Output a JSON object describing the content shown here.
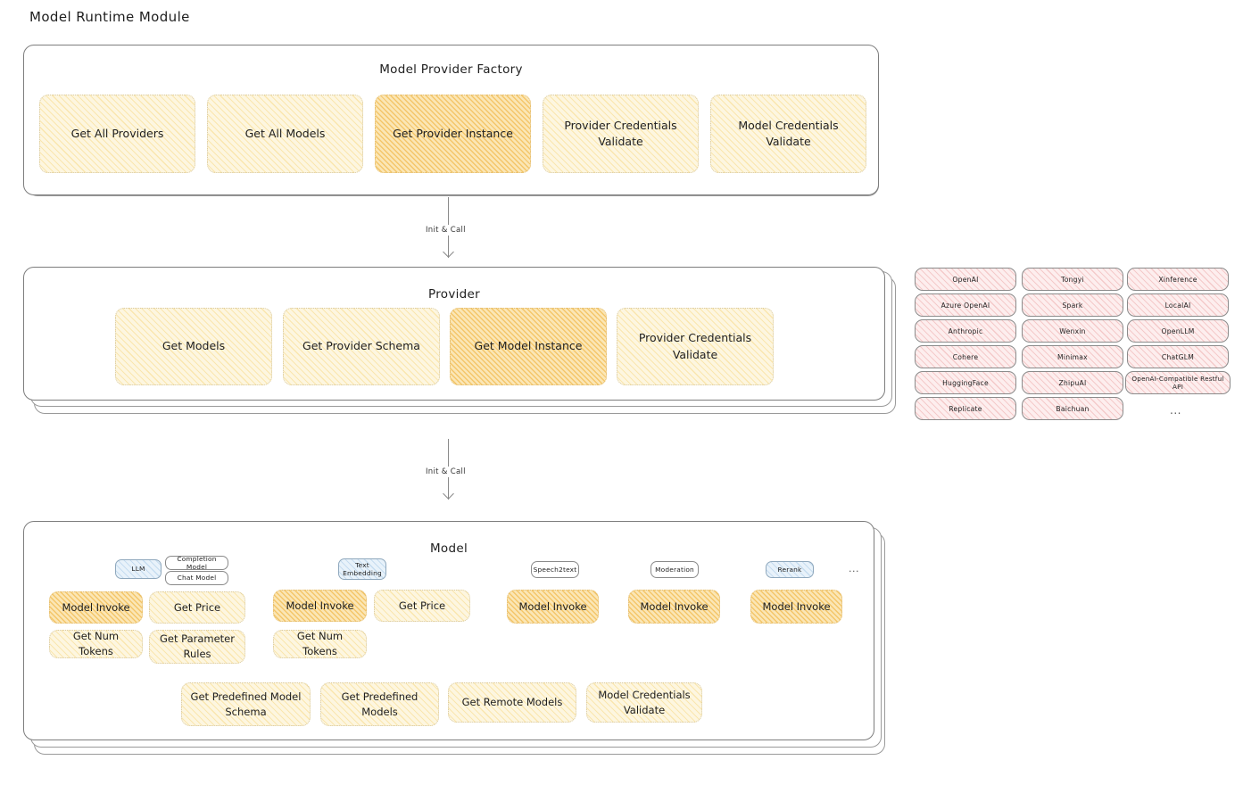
{
  "diagram": {
    "title": "Model Runtime Module",
    "arrows": [
      {
        "label": "Init & Call"
      },
      {
        "label": "Init & Call"
      }
    ]
  },
  "factory": {
    "title": "Model Provider Factory",
    "methods": [
      {
        "label": "Get All Providers",
        "highlight": false
      },
      {
        "label": "Get All Models",
        "highlight": false
      },
      {
        "label": "Get Provider Instance",
        "highlight": true
      },
      {
        "label": "Provider Credentials Validate",
        "highlight": false
      },
      {
        "label": "Model Credentials Validate",
        "highlight": false
      }
    ]
  },
  "provider": {
    "title": "Provider",
    "methods": [
      {
        "label": "Get Models",
        "highlight": false
      },
      {
        "label": "Get Provider Schema",
        "highlight": false
      },
      {
        "label": "Get Model Instance",
        "highlight": true
      },
      {
        "label": "Provider Credentials Validate",
        "highlight": false
      }
    ]
  },
  "provider_list": {
    "columns": [
      [
        "OpenAI",
        "Azure OpenAI",
        "Anthropic",
        "Cohere",
        "HuggingFace",
        "Replicate"
      ],
      [
        "Tongyi",
        "Spark",
        "Wenxin",
        "Minimax",
        "ZhipuAI",
        "Baichuan"
      ],
      [
        "Xinference",
        "LocalAI",
        "OpenLLM",
        "ChatGLM",
        "OpenAI-Compatible Restful API"
      ]
    ],
    "more": "..."
  },
  "model": {
    "title": "Model",
    "more": "...",
    "types": [
      {
        "name": "LLM",
        "blue": true,
        "sub_badges": [
          "Completion Model",
          "Chat Model"
        ],
        "methods": [
          {
            "label": "Model Invoke",
            "highlight": true
          },
          {
            "label": "Get Price",
            "highlight": false
          },
          {
            "label": "Get Num Tokens",
            "highlight": false
          },
          {
            "label": "Get Parameter Rules",
            "highlight": false
          }
        ]
      },
      {
        "name": "Text Embedding",
        "blue": true,
        "sub_badges": [],
        "methods": [
          {
            "label": "Model Invoke",
            "highlight": true
          },
          {
            "label": "Get Price",
            "highlight": false
          },
          {
            "label": "Get Num Tokens",
            "highlight": false
          }
        ]
      },
      {
        "name": "Speech2text",
        "blue": false,
        "sub_badges": [],
        "methods": [
          {
            "label": "Model Invoke",
            "highlight": true
          }
        ]
      },
      {
        "name": "Moderation",
        "blue": false,
        "sub_badges": [],
        "methods": [
          {
            "label": "Model Invoke",
            "highlight": true
          }
        ]
      },
      {
        "name": "Rerank",
        "blue": true,
        "sub_badges": [],
        "methods": [
          {
            "label": "Model Invoke",
            "highlight": true
          }
        ]
      }
    ],
    "shared_methods": [
      {
        "label": "Get Predefined Model Schema"
      },
      {
        "label": "Get Predefined Models"
      },
      {
        "label": "Get Remote Models"
      },
      {
        "label": "Model Credentials Validate"
      }
    ]
  },
  "colors": {
    "chip_light": "#fdf6e0",
    "chip_dark": "#fbe6b5",
    "pill": "#fdeeee",
    "badge_blue": "#e8f2fa",
    "stroke": "#7d7d7d"
  }
}
